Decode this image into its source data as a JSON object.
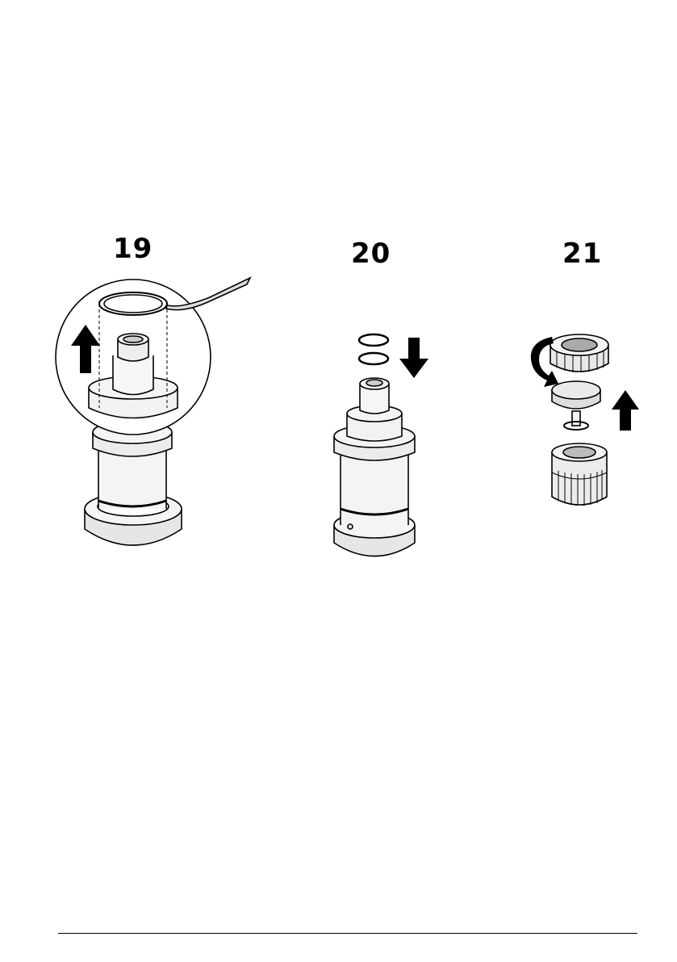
{
  "steps": [
    {
      "number": "19",
      "arrow": "up"
    },
    {
      "number": "20",
      "arrow": "down"
    },
    {
      "number": "21",
      "arrow": "up"
    }
  ],
  "colors": {
    "ink": "#000000",
    "fill_light": "#f2f2f2",
    "fill_mid": "#dcdcdc"
  }
}
